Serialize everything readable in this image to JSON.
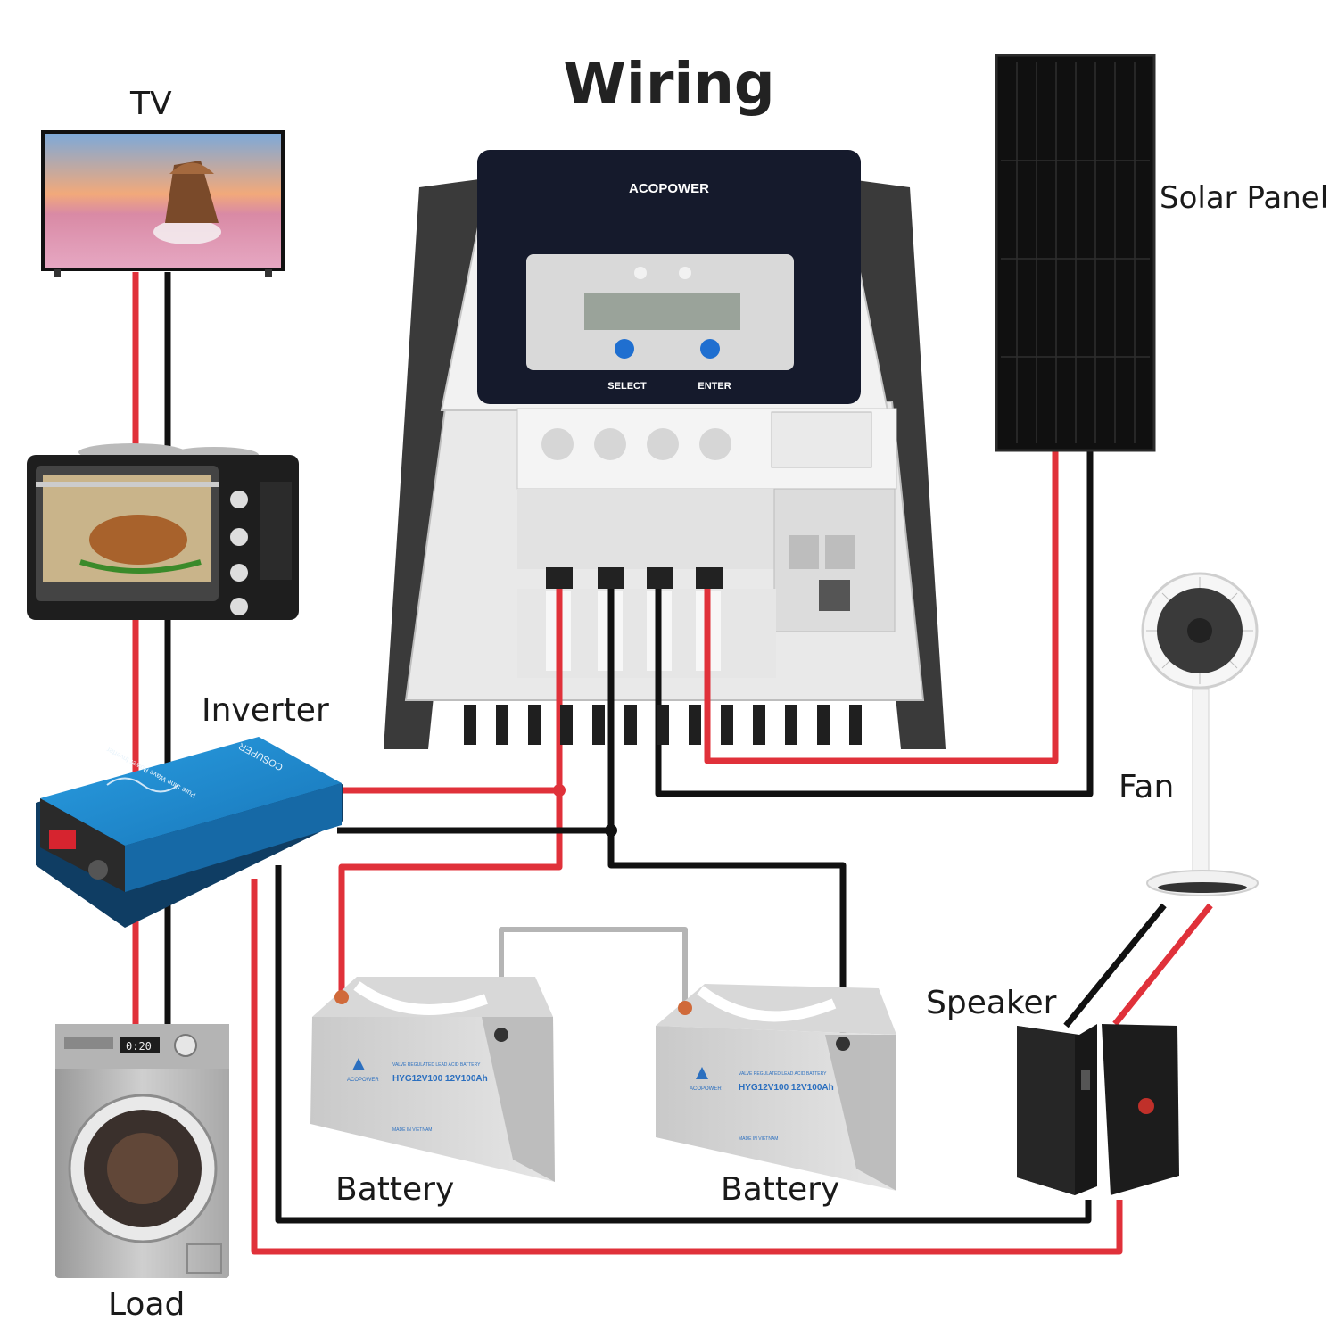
{
  "title": "Wiring",
  "labels": {
    "tv": "TV",
    "solar_panel": "Solar Panel",
    "inverter": "Inverter",
    "fan": "Fan",
    "speaker": "Speaker",
    "battery_1": "Battery",
    "battery_2": "Battery",
    "load": "Load"
  },
  "controller": {
    "brand": "ACOPOWER",
    "select_label": "SELECT",
    "enter_label": "ENTER"
  },
  "inverter": {
    "brand": "COSUPER",
    "model_text": "Pure Sine Wave Power Inverter"
  },
  "battery": {
    "brand": "ACOPOWER",
    "type_text": "VALVE REGULATED LEAD ACID BATTERY",
    "model_text": "HYG12V100 12V100Ah",
    "origin_text": "MADE IN VIETNAM"
  },
  "washer_display": "0:20",
  "colors": {
    "positive_wire": "#e0313a",
    "negative_wire": "#111111",
    "series_link": "#b5b5b5",
    "inverter_blue": "#1e8fd6",
    "controller_front": "#151a2c",
    "button_blue": "#1f6fd0"
  }
}
